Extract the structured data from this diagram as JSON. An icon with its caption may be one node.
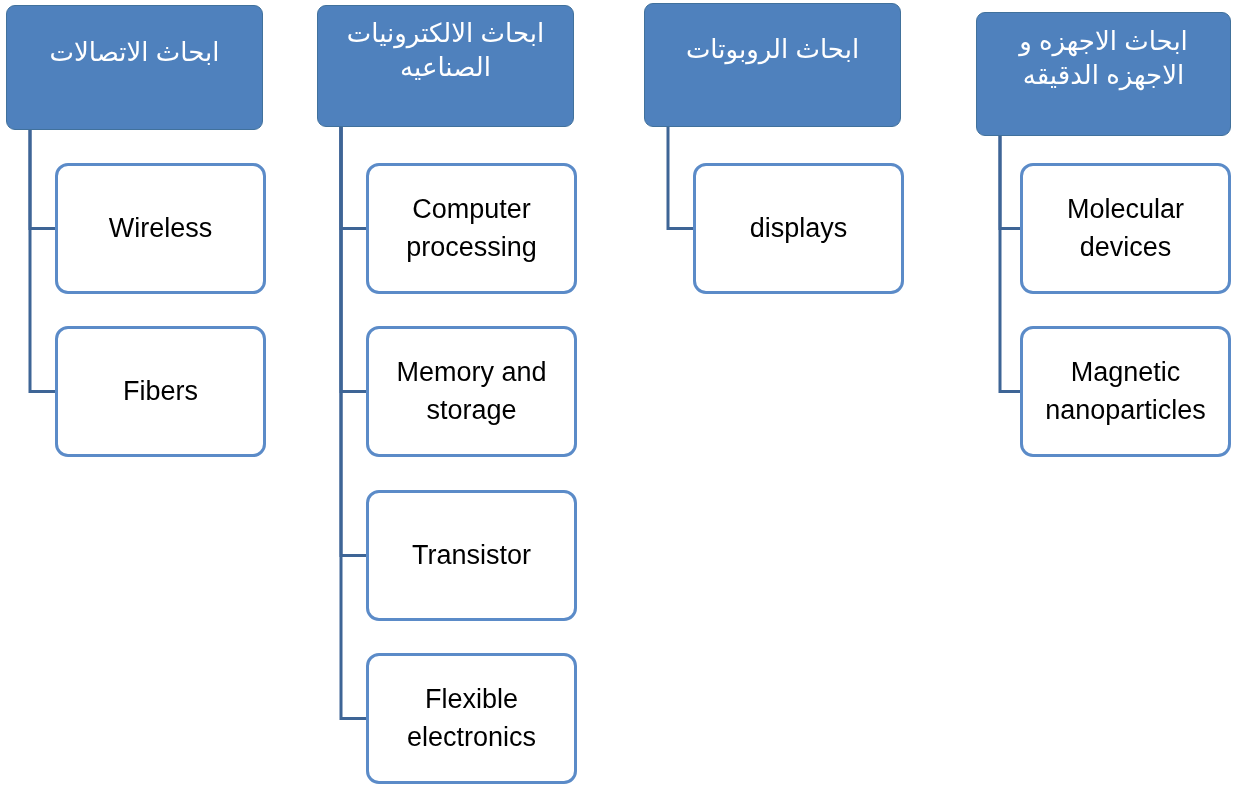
{
  "diagram": {
    "nodes": [
      {
        "text": [
          "ابحاث الاتصالات"
        ]
      },
      {
        "text": [
          "Wireless"
        ]
      },
      {
        "text": [
          "Fibers"
        ]
      },
      {
        "text": [
          "ابحاث الالكترونيات الصناعيه"
        ]
      },
      {
        "text": [
          "Computer processing"
        ]
      },
      {
        "text": [
          "Memory and storage"
        ]
      },
      {
        "text": [
          "Transistor"
        ]
      },
      {
        "text": [
          "Flexible electronics"
        ]
      },
      {
        "text": [
          "ابحاث الروبوتات"
        ]
      },
      {
        "text": [
          "displays"
        ]
      },
      {
        "text": [
          "ابحاث الاجهزه و الاجهزه الدقيقه"
        ]
      },
      {
        "text": [
          "Molecular devices"
        ]
      },
      {
        "text": [
          "Magnetic nanoparticles"
        ]
      }
    ],
    "edges": [
      {
        "from": 0,
        "to": 1,
        "arrow": "none"
      },
      {
        "from": 0,
        "to": 2,
        "arrow": "none"
      },
      {
        "from": 3,
        "to": 4,
        "arrow": "none"
      },
      {
        "from": 3,
        "to": 5,
        "arrow": "none"
      },
      {
        "from": 3,
        "to": 6,
        "arrow": "none"
      },
      {
        "from": 3,
        "to": 7,
        "arrow": "none"
      },
      {
        "from": 8,
        "to": 9,
        "arrow": "none"
      },
      {
        "from": 10,
        "to": 11,
        "arrow": "none"
      },
      {
        "from": 10,
        "to": 12,
        "arrow": "none"
      }
    ]
  }
}
